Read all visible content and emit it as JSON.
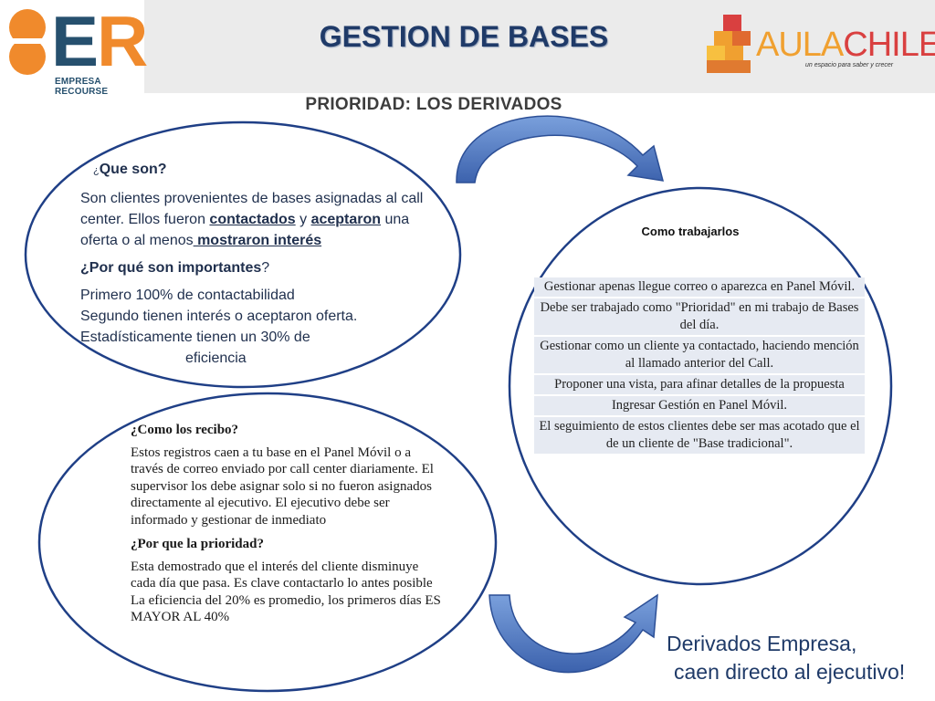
{
  "header": {
    "title": "GESTION DE BASES",
    "subtitle": "PRIORIDAD: LOS DERIVADOS",
    "logo_left": {
      "letters_1": "E",
      "letters_2": "R",
      "caption": "EMPRESA RECOURSE"
    },
    "logo_right": {
      "word_1": "AULA",
      "word_2": "CHILE",
      "tagline": "un espacio para saber y crecer"
    }
  },
  "ellipse_top": {
    "q1_prefix": "¿",
    "q1": "Que son?",
    "p1_a": "Son clientes provenientes de bases asignadas al call center. Ellos fueron ",
    "p1_link1": "contactados",
    "p1_b": " y ",
    "p1_link2": "aceptaron",
    "p1_c": " una oferta o al menos",
    "p1_link3": " mostraron interés",
    "q2": "¿Por qué son importantes",
    "q2_end": "?",
    "p2_l1": "Primero 100% de contactabilidad",
    "p2_l2": "Segundo tienen interés o aceptaron oferta.",
    "p2_l3": "Estadísticamente tienen un 30% de",
    "p2_l4": "eficiencia"
  },
  "ellipse_bottom": {
    "q1": "¿Como los recibo?",
    "p1": "Estos registros caen a tu base en el Panel Móvil o a través de correo enviado por call center diariamente. El supervisor los debe asignar solo si no fueron asignados directamente al ejecutivo. El ejecutivo debe ser informado y gestionar de inmediato",
    "q2": "¿Por que la prioridad?",
    "p2_l1": "Esta demostrado que el interés del cliente disminuye cada día que pasa. Es clave contactarlo lo antes posible",
    "p2_l2": "La eficiencia del 20% es promedio, los primeros días ES  MAYOR AL 40%"
  },
  "circle": {
    "title": "Como trabajarlos",
    "steps": [
      "Gestionar apenas llegue correo o aparezca en Panel Móvil.",
      "Debe ser trabajado como \"Prioridad\" en mi trabajo de Bases del día.",
      "Gestionar como un cliente ya contactado, haciendo mención al llamado anterior del Call.",
      "Proponer una vista, para afinar detalles de la propuesta",
      "Ingresar Gestión en Panel Móvil.",
      "El seguimiento de estos clientes debe ser mas acotado que el de un cliente de \"Base tradicional\"."
    ]
  },
  "footer": {
    "line1": "Derivados Empresa,",
    "line2": "caen directo al ejecutivo!"
  },
  "colors": {
    "ellipse_stroke": "#1f3f86",
    "arrow_fill": "#4f78c4",
    "title_color": "#1f3a68",
    "step_bg": "#e6eaf2"
  }
}
